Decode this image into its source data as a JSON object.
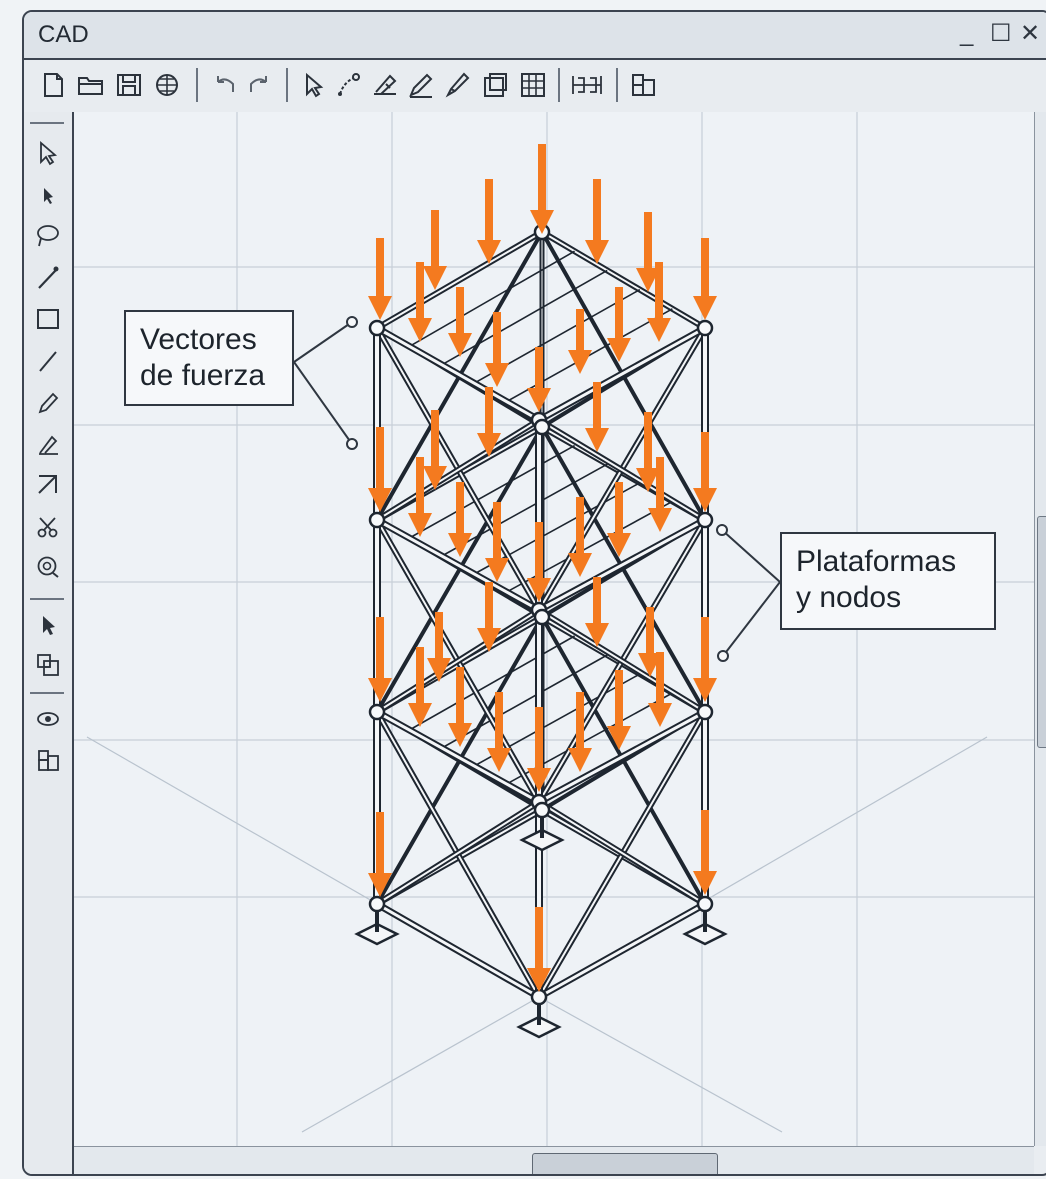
{
  "window": {
    "title": "CAD",
    "controls": {
      "minimize": "_",
      "maximize": "☐",
      "close": "✕"
    }
  },
  "toolbar": {
    "items": [
      "new-file-icon",
      "open-folder-icon",
      "save-icon",
      "web-icon",
      "undo-icon",
      "redo-icon",
      "select-pointer-icon",
      "node-tool-icon",
      "measure-icon",
      "pencil-icon",
      "brush-icon",
      "layer-icon",
      "grid-icon",
      "dimension-icon",
      "blocks-icon"
    ]
  },
  "left_toolbar": {
    "items": [
      "select-arrow-icon",
      "small-pointer-icon",
      "lasso-icon",
      "line-pen-icon",
      "rectangle-icon",
      "line-icon",
      "pencil-icon",
      "angle-icon",
      "arrow-diagonal-icon",
      "scissors-icon",
      "zoom-icon",
      "pointer-icon",
      "layers-icon",
      "eye-icon",
      "blocks-icon"
    ]
  },
  "annotations": {
    "force_vectors": {
      "line1": "Vectores",
      "line2": "de fuerza"
    },
    "platforms_nodes": {
      "line1": "Plataformas",
      "line2": "y nodos"
    }
  },
  "colors": {
    "force_arrow": "#f47a1f",
    "structure": "#1e2630",
    "grid": "#c7cfd8",
    "background": "#eef2f6"
  }
}
